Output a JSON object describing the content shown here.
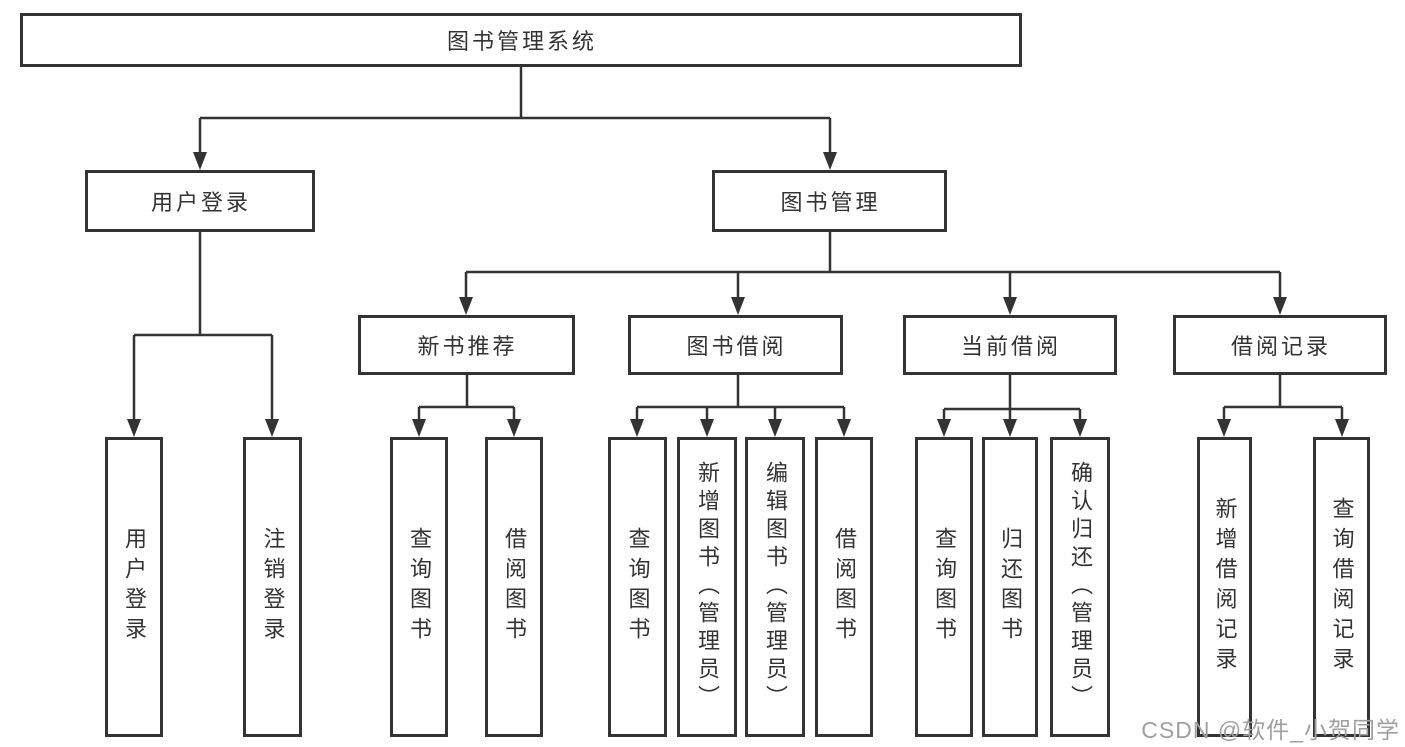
{
  "diagram": {
    "title": "图书管理系统",
    "type": "hierarchy-tree",
    "colors": {
      "line": "#333333",
      "box_border": "#333333",
      "box_fill": "#ffffff",
      "text": "#333333",
      "watermark": "#9f9f9f"
    },
    "watermark": "CSDN @软件_小贺同学",
    "tree": {
      "label": "图书管理系统",
      "children": [
        {
          "label": "用户登录",
          "children": [
            {
              "label": "用户登录"
            },
            {
              "label": "注销登录"
            }
          ]
        },
        {
          "label": "图书管理",
          "children": [
            {
              "label": "新书推荐",
              "children": [
                {
                  "label": "查询图书"
                },
                {
                  "label": "借阅图书"
                }
              ]
            },
            {
              "label": "图书借阅",
              "children": [
                {
                  "label": "查询图书"
                },
                {
                  "label": "新增图书（管理员）"
                },
                {
                  "label": "编辑图书（管理员）"
                },
                {
                  "label": "借阅图书"
                }
              ]
            },
            {
              "label": "当前借阅",
              "children": [
                {
                  "label": "查询图书"
                },
                {
                  "label": "归还图书"
                },
                {
                  "label": "确认归还（管理员）"
                }
              ]
            },
            {
              "label": "借阅记录",
              "children": [
                {
                  "label": "新增借阅记录"
                },
                {
                  "label": "查询借阅记录"
                }
              ]
            }
          ]
        }
      ]
    }
  }
}
